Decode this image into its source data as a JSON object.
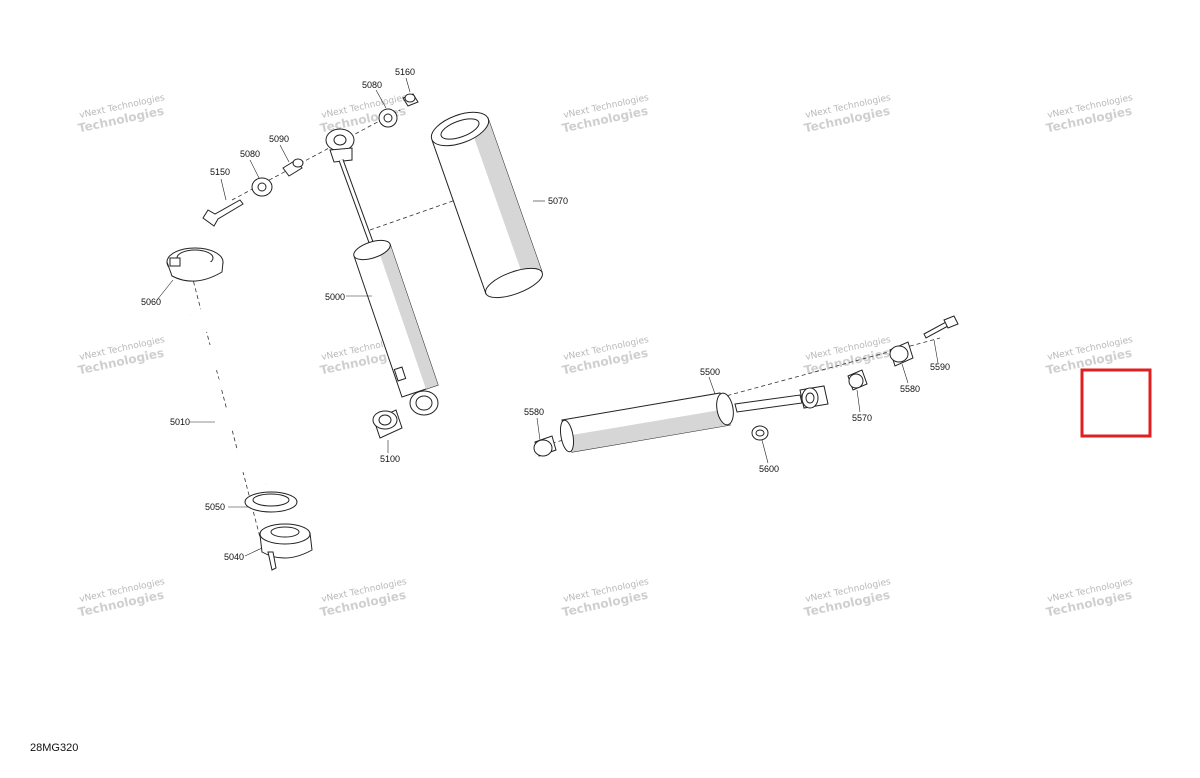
{
  "watermark": {
    "line1": "vNext Technologies",
    "line2": "Technologies"
  },
  "drawing_code": "28MG320",
  "callouts": {
    "c5160": "5160",
    "c5080a": "5080",
    "c5090": "5090",
    "c5080b": "5080",
    "c5150": "5150",
    "c5070": "5070",
    "c5060": "5060",
    "c5000": "5000",
    "c5010": "5010",
    "c5100": "5100",
    "c5050": "5050",
    "c5040": "5040",
    "c5500": "5500",
    "c5580a": "5580",
    "c5600": "5600",
    "c5570": "5570",
    "c5580b": "5580",
    "c5590": "5590"
  },
  "colors": {
    "highlight_box": "#e02020",
    "line": "#222222"
  }
}
